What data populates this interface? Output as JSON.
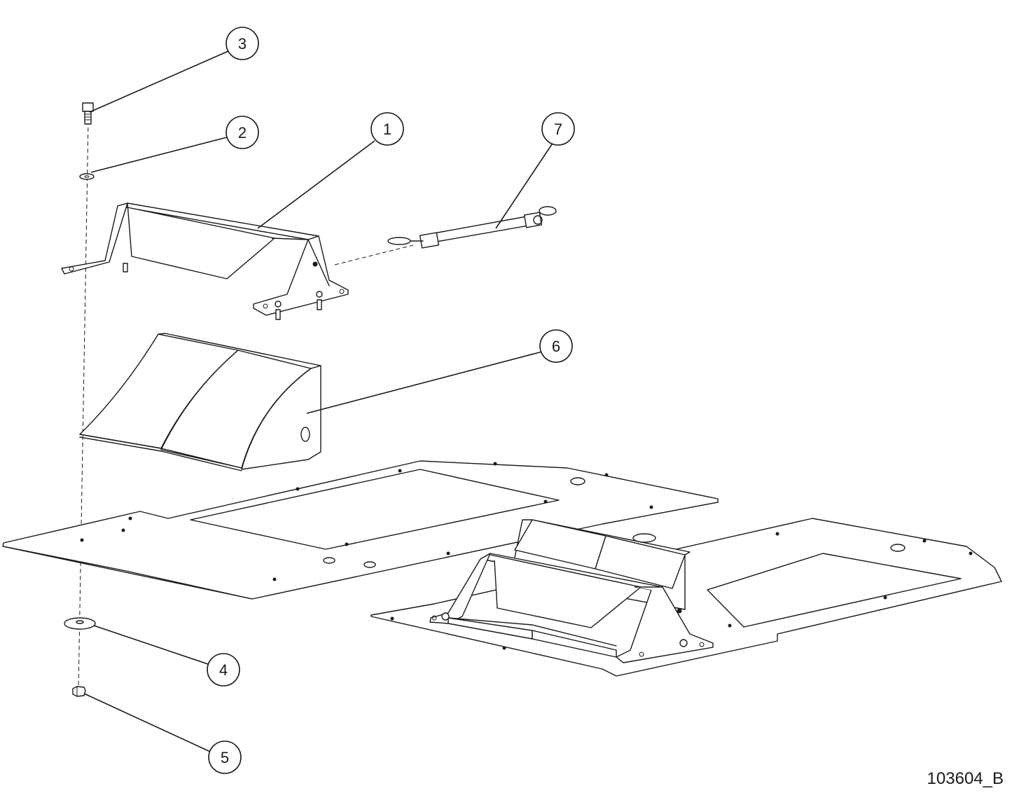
{
  "callouts": [
    {
      "label": "1",
      "part": "wheel-chock-bracket"
    },
    {
      "label": "2",
      "part": "lock-washer"
    },
    {
      "label": "3",
      "part": "bolt"
    },
    {
      "label": "4",
      "part": "flat-washer"
    },
    {
      "label": "5",
      "part": "nut"
    },
    {
      "label": "6",
      "part": "wheel-chock"
    },
    {
      "label": "7",
      "part": "retaining-pin-lanyard"
    }
  ],
  "drawing_number": "103604_B",
  "colors": {
    "line": "#1a1a1a",
    "background": "#ffffff"
  }
}
